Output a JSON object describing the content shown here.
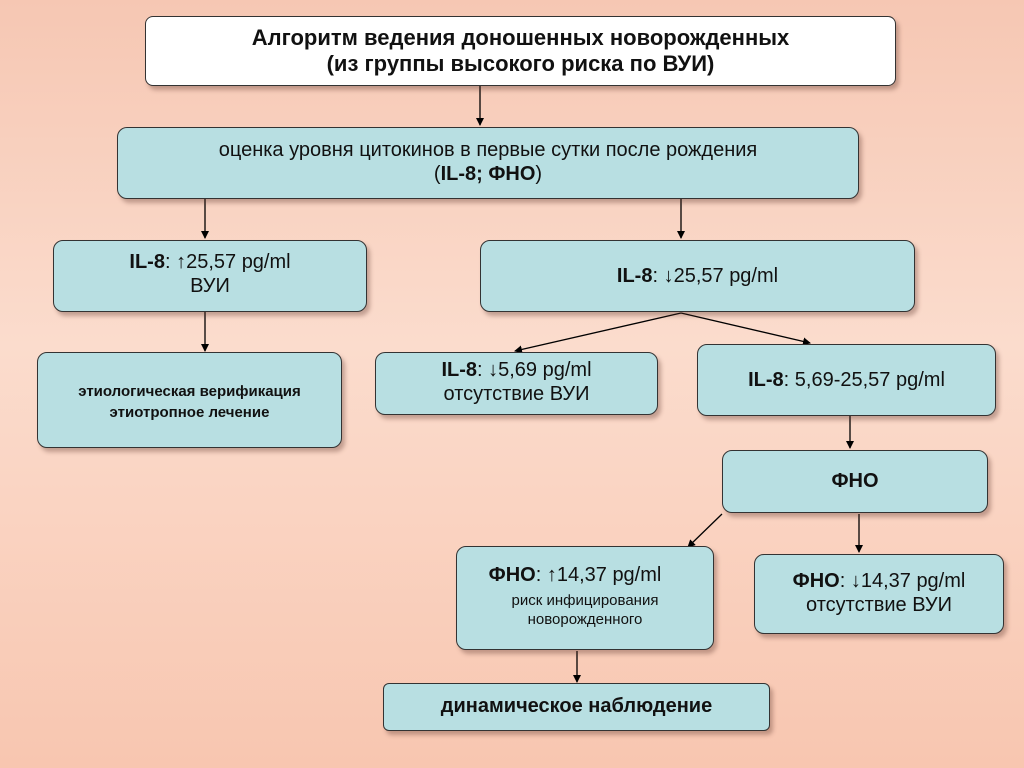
{
  "diagram": {
    "title_line1": "Алгоритм ведения доношенных новорожденных",
    "title_line2": "(из группы высокого риска по ВУИ)",
    "assessment": {
      "line1": "оценка уровня цитокинов в первые сутки после рождения",
      "line2_open": "(",
      "line2_bold": "IL-8; ФНО",
      "line2_close": ")"
    },
    "il8_high": {
      "marker": "IL-8",
      "value": ": ↑25,57 pg/ml",
      "note": "ВУИ"
    },
    "il8_low": {
      "marker": "IL-8",
      "value": ": ↓25,57 pg/ml"
    },
    "etiology": {
      "line1": "этиологическая верификация",
      "line2": "этиотропное лечение"
    },
    "il8_very_low": {
      "marker": "IL-8",
      "value": ": ↓5,69 pg/ml",
      "note": "отсутствие ВУИ"
    },
    "il8_mid": {
      "marker": "IL-8",
      "value": ": 5,69-25,57  pg/ml"
    },
    "fno": {
      "label": "ФНО"
    },
    "fno_high": {
      "marker": "ФНО",
      "value": ": ↑14,37 pg/ml",
      "note1": "риск инфицирования",
      "note2": "новорожденного"
    },
    "fno_low": {
      "marker": "ФНО",
      "value": ": ↓14,37 pg/ml",
      "note": "отсутствие ВУИ"
    },
    "observation": {
      "label": "динамическое наблюдение"
    }
  }
}
